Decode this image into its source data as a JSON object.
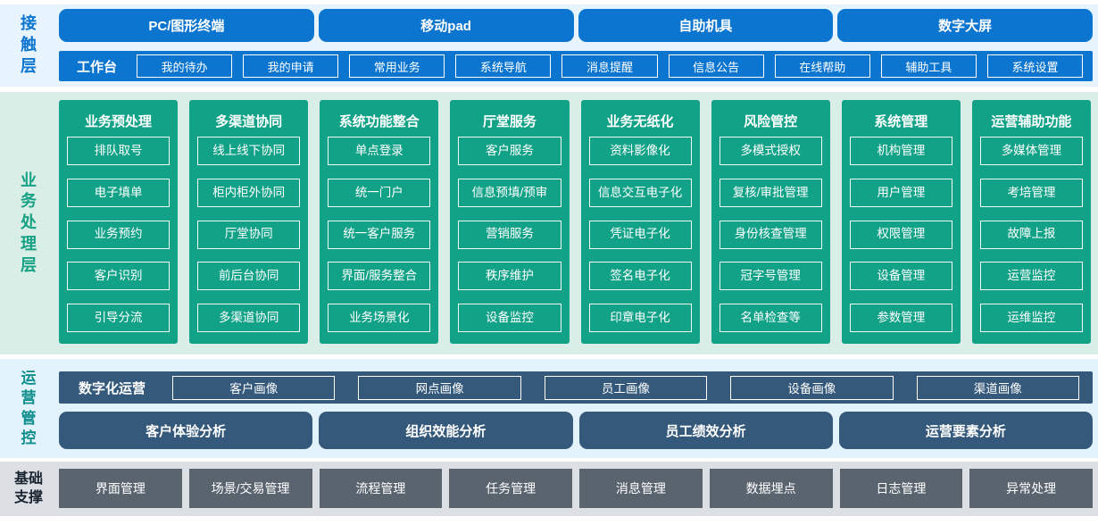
{
  "colors": {
    "primary_blue": "#0c75cf",
    "teal_green": "#12a287",
    "slate_blue": "#35597b",
    "dark_gray": "#5a646f",
    "contact_band_bg": "#e7f4fd",
    "business_band_bg": "#d8eee6",
    "ops_band_bg": "#e3f3fc",
    "foundation_band_bg": "#dcdfe3",
    "ops_label_teal": "#0f8e8c",
    "foundation_label_dark": "#18222e"
  },
  "contact": {
    "label": "接触层",
    "devices": [
      "PC/图形终端",
      "移动pad",
      "自助机具",
      "数字大屏"
    ],
    "workbench": {
      "label": "工作台",
      "items": [
        "我的待办",
        "我的申请",
        "常用业务",
        "系统导航",
        "消息提醒",
        "信息公告",
        "在线帮助",
        "辅助工具",
        "系统设置"
      ]
    }
  },
  "business": {
    "label": "业务处理层",
    "columns": [
      {
        "title": "业务预处理",
        "items": [
          "排队取号",
          "电子填单",
          "业务预约",
          "客户识别",
          "引导分流"
        ]
      },
      {
        "title": "多渠道协同",
        "items": [
          "线上线下协同",
          "柜内柜外协同",
          "厅堂协同",
          "前后台协同",
          "多渠道协同"
        ]
      },
      {
        "title": "系统功能整合",
        "items": [
          "单点登录",
          "统一门户",
          "统一客户服务",
          "界面/服务整合",
          "业务场景化"
        ]
      },
      {
        "title": "厅堂服务",
        "items": [
          "客户服务",
          "信息预填/预审",
          "营销服务",
          "秩序维护",
          "设备监控"
        ]
      },
      {
        "title": "业务无纸化",
        "items": [
          "资料影像化",
          "信息交互电子化",
          "凭证电子化",
          "签名电子化",
          "印章电子化"
        ]
      },
      {
        "title": "风险管控",
        "items": [
          "多模式授权",
          "复核/审批管理",
          "身份核查管理",
          "冠字号管理",
          "名单检查等"
        ]
      },
      {
        "title": "系统管理",
        "items": [
          "机构管理",
          "用户管理",
          "权限管理",
          "设备管理",
          "参数管理"
        ]
      },
      {
        "title": "运营辅助功能",
        "items": [
          "多媒体管理",
          "考培管理",
          "故障上报",
          "运营监控",
          "运维监控"
        ]
      }
    ]
  },
  "operations": {
    "label": "运营管控",
    "digital": {
      "label": "数字化运营",
      "items": [
        "客户画像",
        "网点画像",
        "员工画像",
        "设备画像",
        "渠道画像"
      ]
    },
    "analysis": [
      "客户体验分析",
      "组织效能分析",
      "员工绩效分析",
      "运营要素分析"
    ]
  },
  "foundation": {
    "label": "基础支撑",
    "items": [
      "界面管理",
      "场景/交易管理",
      "流程管理",
      "任务管理",
      "消息管理",
      "数据埋点",
      "日志管理",
      "异常处理"
    ]
  }
}
